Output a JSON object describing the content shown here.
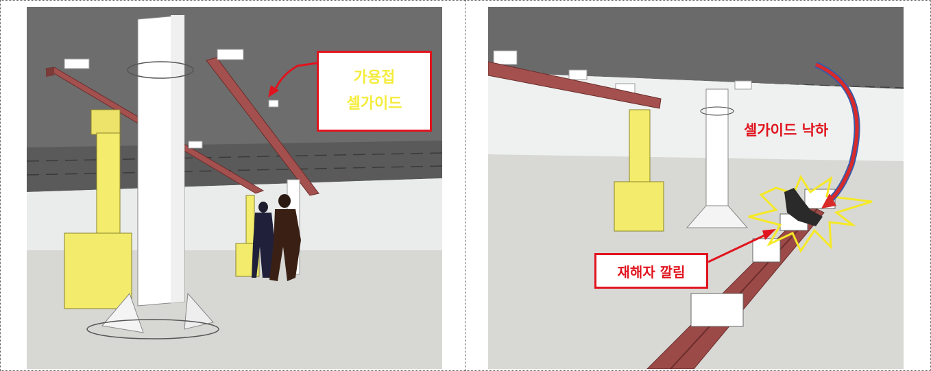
{
  "left_panel": {
    "callout_lines": [
      "가용접",
      "셀가이드"
    ]
  },
  "right_panel": {
    "fall_label": "셀가이드 낙하",
    "caught_label": "재해자 깔림"
  },
  "colors": {
    "ceiling": "#6f6f6f",
    "floor": "#d9d9d6",
    "beam": "#a3504e",
    "jack": "#f3ec6c",
    "callout_border": "#e0141e",
    "callout_text_yellow": "#f4ec3a"
  }
}
